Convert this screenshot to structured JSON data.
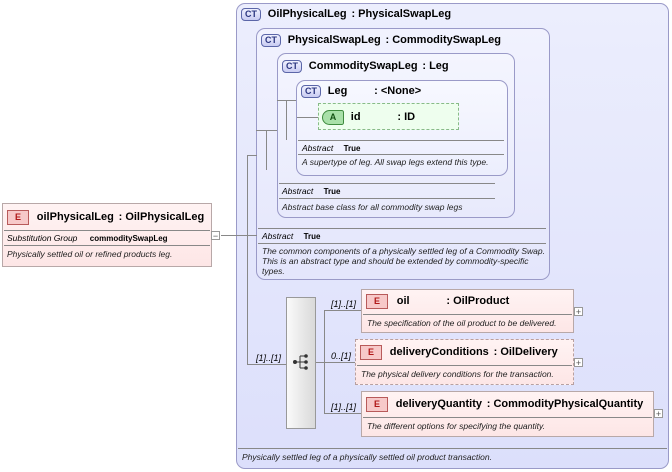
{
  "root": {
    "badge": "E",
    "name": "oilPhysicalLeg",
    "type": ": OilPhysicalLeg",
    "sub_label": "Substitution Group",
    "sub_value": "commoditySwapLeg",
    "doc": "Physically settled oil or refined products leg."
  },
  "ct_oil": {
    "badge": "CT",
    "name": "OilPhysicalLeg",
    "type": ": PhysicalSwapLeg",
    "doc": "Physically settled leg of a physically settled oil product transaction."
  },
  "ct_phys": {
    "badge": "CT",
    "name": "PhysicalSwapLeg",
    "type": ": CommoditySwapLeg",
    "abstract_label": "Abstract",
    "abstract_value": "True",
    "doc": "The common components of a physically settled leg of a Commodity Swap. This is an abstract type and should be extended by commodity-specific types."
  },
  "ct_comm": {
    "badge": "CT",
    "name": "CommoditySwapLeg",
    "type": ": Leg",
    "abstract_label": "Abstract",
    "abstract_value": "True",
    "doc": "Abstract base class for all commodity swap legs"
  },
  "ct_leg": {
    "badge": "CT",
    "name": "Leg",
    "type": ": <None>",
    "abstract_label": "Abstract",
    "abstract_value": "True",
    "doc": "A supertype of leg. All swap legs extend this type."
  },
  "attr_id": {
    "badge": "A",
    "name": "id",
    "type": ": ID"
  },
  "sequence": {
    "mult": "[1]..[1]"
  },
  "children": [
    {
      "badge": "E",
      "name": "oil",
      "type": ": OilProduct",
      "mult": "[1]..[1]",
      "doc": "The specification of the oil product to be delivered.",
      "plus": "+"
    },
    {
      "badge": "E",
      "name": "deliveryConditions",
      "type": ": OilDelivery",
      "mult": "0..[1]",
      "doc": "The physical delivery conditions for the transaction.",
      "plus": "+"
    },
    {
      "badge": "E",
      "name": "deliveryQuantity",
      "type": ": CommodityPhysicalQuantity",
      "mult": "[1]..[1]",
      "doc": "The different options for specifying the quantity.",
      "plus": "+"
    }
  ],
  "root_toggle": "−"
}
